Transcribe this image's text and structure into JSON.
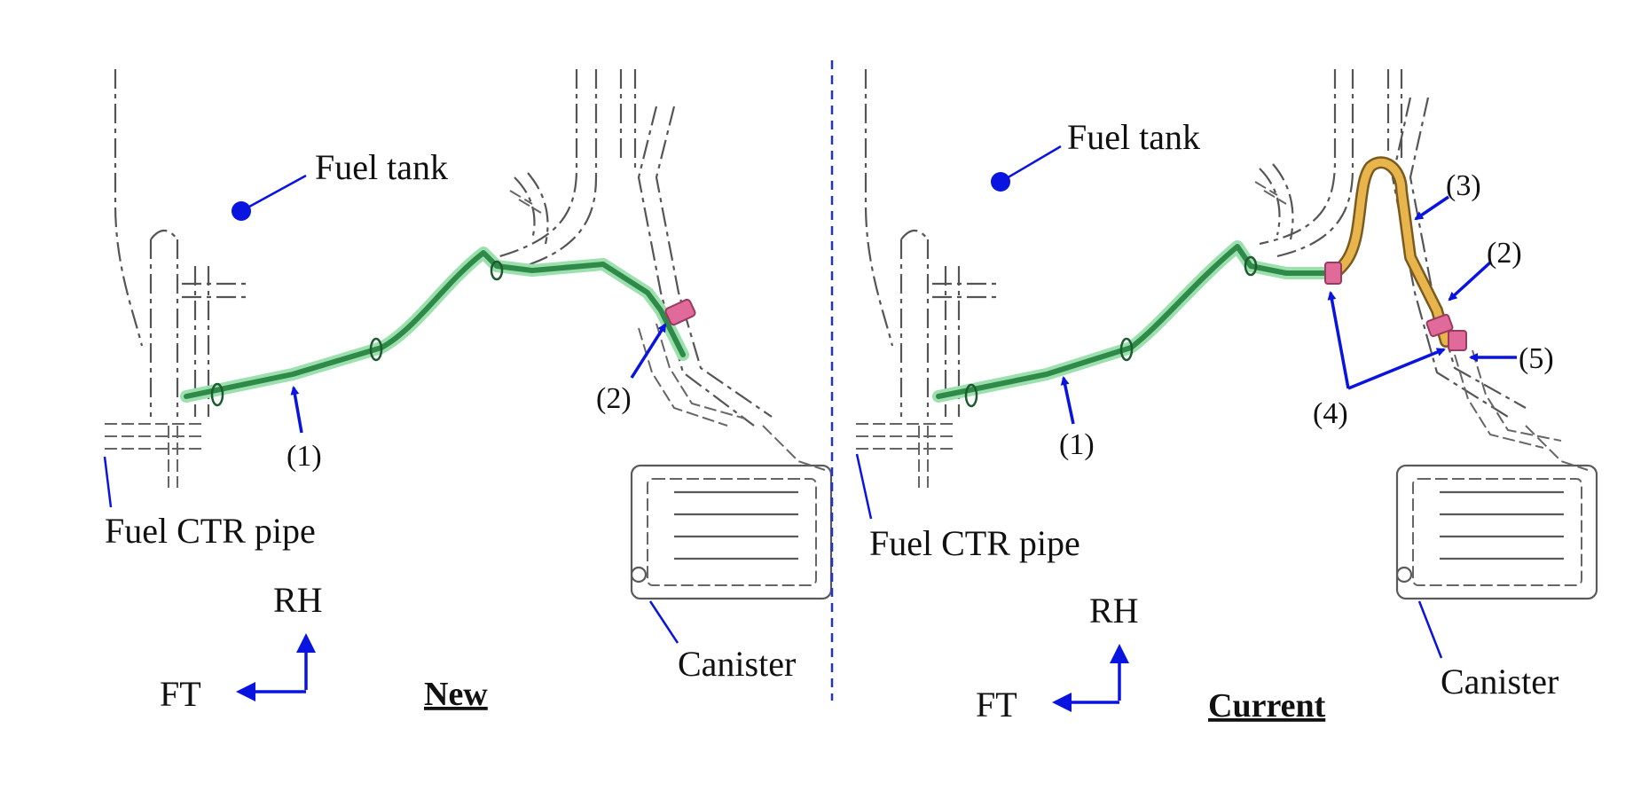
{
  "colors": {
    "arrow": "#0a14e0",
    "new_hose": "#2f8a4a",
    "new_hose_glow": "#9be0ad",
    "current_yellow_hose": "#e8b44c",
    "clip": "#e06a9a",
    "divider": "#2233cc"
  },
  "left_panel": {
    "fuel_tank_label": "Fuel tank",
    "fuel_ctr_pipe_label": "Fuel CTR pipe",
    "canister_label": "Canister",
    "callout_1": "(1)",
    "callout_2": "(2)",
    "dir_rh": "RH",
    "dir_ft": "FT",
    "title": "New"
  },
  "right_panel": {
    "fuel_tank_label": "Fuel tank",
    "fuel_ctr_pipe_label": "Fuel CTR pipe",
    "canister_label": "Canister",
    "callout_1": "(1)",
    "callout_2": "(2)",
    "callout_3": "(3)",
    "callout_4": "(4)",
    "callout_5": "(5)",
    "dir_rh": "RH",
    "dir_ft": "FT",
    "title": "Current"
  }
}
